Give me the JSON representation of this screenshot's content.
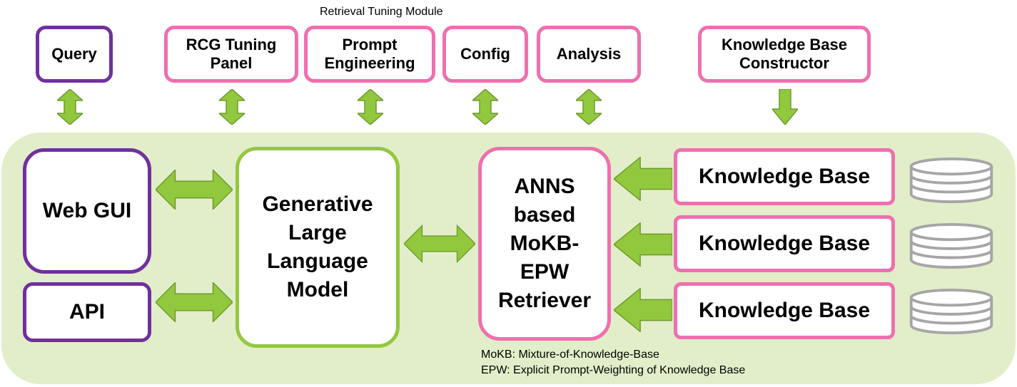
{
  "module_caption": "Retrieval Tuning Module",
  "top_boxes": {
    "query": "Query",
    "rcg_tuning_panel": [
      "RCG Tuning",
      "Panel"
    ],
    "prompt_engineering": [
      "Prompt",
      "Engineering"
    ],
    "config": "Config",
    "analysis": "Analysis",
    "kb_constructor": [
      "Knowledge Base",
      "Constructor"
    ]
  },
  "main": {
    "web_gui": "Web GUI",
    "api": "API",
    "llm": [
      "Generative",
      "Large",
      "Language",
      "Model"
    ],
    "retriever": [
      "ANNS",
      "based",
      "MoKB-",
      "EPW",
      "Retriever"
    ],
    "knowledge_bases": [
      "Knowledge Base",
      "Knowledge Base",
      "Knowledge Base"
    ]
  },
  "notes": [
    "MoKB: Mixture-of-Knowledge-Base",
    "EPW: Explicit Prompt-Weighting of Knowledge Base"
  ],
  "colors": {
    "purple": "#7030a0",
    "pink": "#ef6fb0",
    "green": "#92c83e",
    "panel": "#e2eec9",
    "database": "#a6a6a6"
  },
  "icons": [
    "double-arrow-vertical-icon",
    "down-arrow-icon",
    "double-arrow-horizontal-icon",
    "left-arrow-icon",
    "database-icon"
  ]
}
